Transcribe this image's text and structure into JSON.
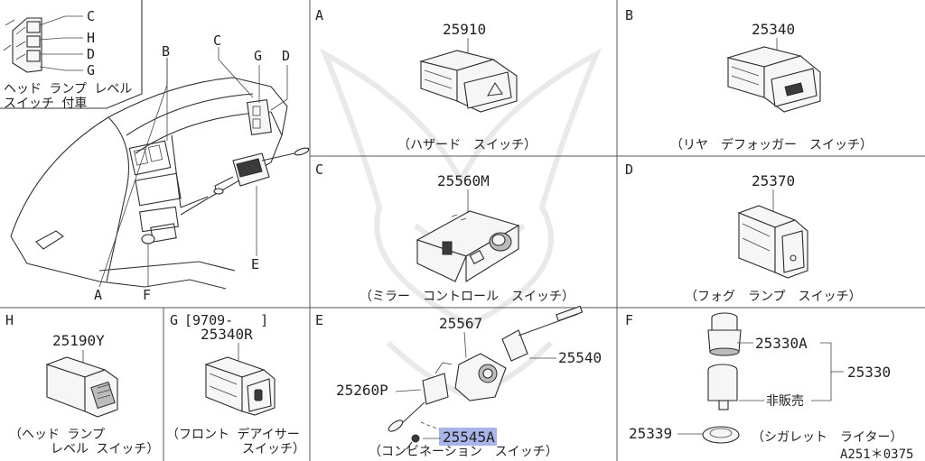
{
  "overview": {
    "callouts": {
      "b": "B",
      "c": "C",
      "g": "G",
      "d": "D",
      "a": "A",
      "f": "F",
      "e": "E"
    },
    "inset": {
      "labels": [
        "C",
        "H",
        "D",
        "G"
      ],
      "note_line1": "ヘッド ランプ レベル",
      "note_line2": "スイッチ 付車"
    }
  },
  "panels": {
    "a": {
      "key": "A",
      "part_no": "25910",
      "caption": "（ハザード　スイッチ）"
    },
    "b": {
      "key": "B",
      "part_no": "25340",
      "caption": "（リヤ　デフォッガー　スイッチ）"
    },
    "c": {
      "key": "C",
      "part_no": "25560M",
      "caption": "（ミラー　コントロール　スイッチ）"
    },
    "d": {
      "key": "D",
      "part_no": "25370",
      "caption": "（フォグ　ランプ　スイッチ）"
    },
    "e": {
      "key": "E",
      "parts": {
        "p25567": "25567",
        "p25540": "25540",
        "p25260p": "25260P",
        "p25545a": "25545A"
      },
      "caption": "（コンビネーション　スイッチ）"
    },
    "f": {
      "key": "F",
      "parts": {
        "p25330a": "25330A",
        "p25330": "25330",
        "p25339": "25339"
      },
      "not_sold": "非販売",
      "caption": "（シガレット　ライター）"
    },
    "h": {
      "key": "H",
      "part_no": "25190Y",
      "caption_line1": "（ヘッド ランプ",
      "caption_line2": "レベル スイッチ）"
    },
    "g": {
      "key": "G",
      "date_range": "[9709-　　]",
      "part_no": "25340R",
      "caption_line1": "（フロント デアイサー",
      "caption_line2": "スイッチ）"
    }
  },
  "drawing_code": "A251＊0375"
}
